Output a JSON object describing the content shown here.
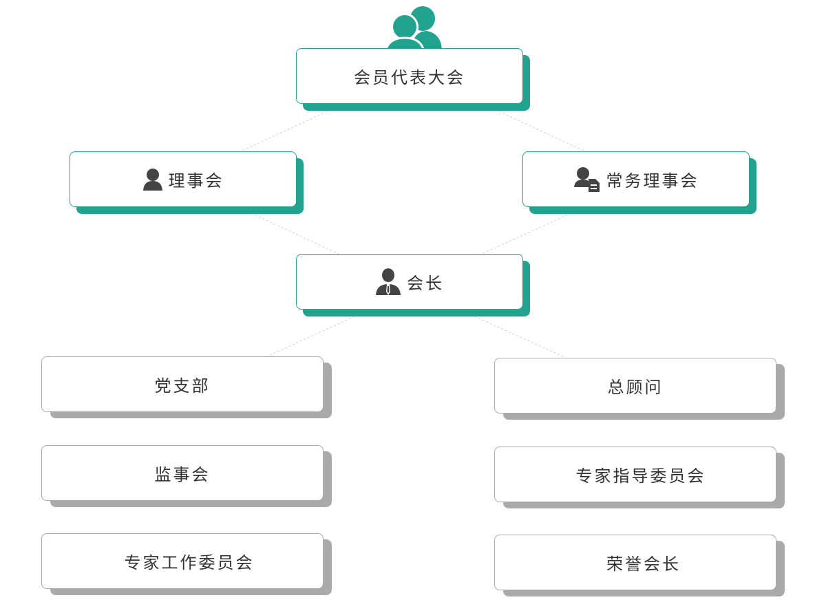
{
  "nodes": {
    "congress": "会员代表大会",
    "council": "理事会",
    "standing_council": "常务理事会",
    "president": "会长",
    "party_branch": "党支部",
    "general_advisor": "总顾问",
    "supervisory_board": "监事会",
    "expert_guidance_committee": "专家指导委员会",
    "expert_work_committee": "专家工作委员会",
    "honorary_president": "荣誉会长"
  },
  "colors": {
    "accent": "#21a390",
    "shadow_gray": "#aaaaaa",
    "text": "#333333",
    "icon": "#444444"
  }
}
